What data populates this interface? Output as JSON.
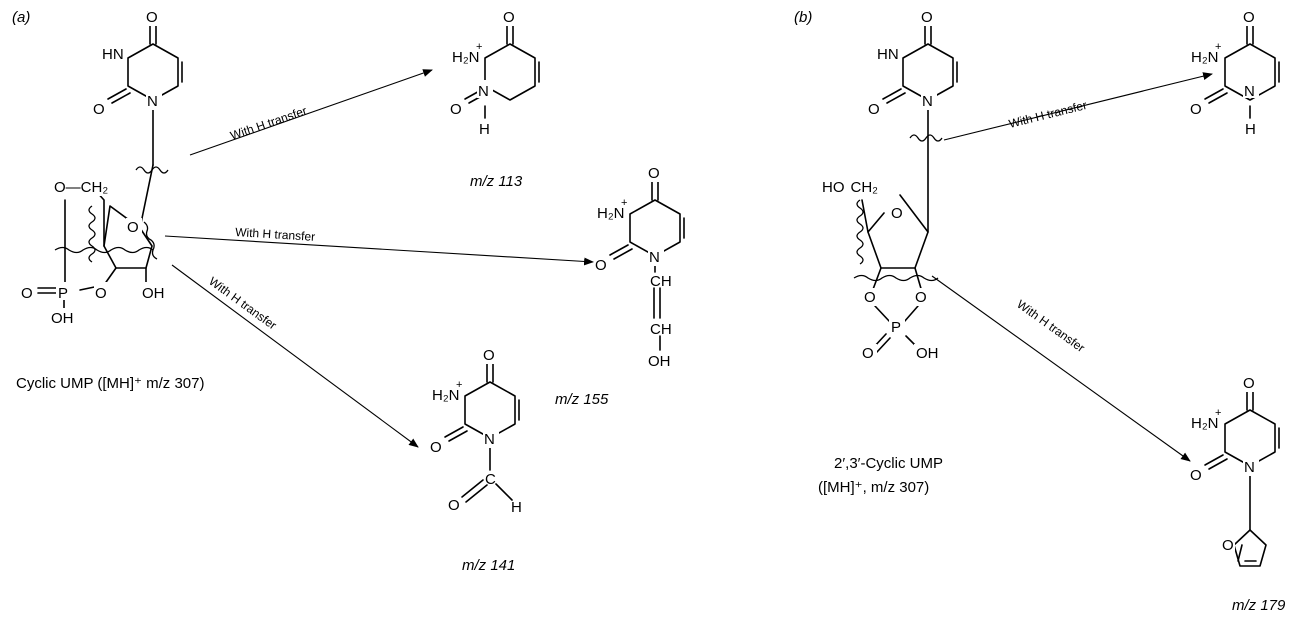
{
  "panel_a": {
    "label": "(a)",
    "parent_caption": "Cyclic UMP ([MH]⁺ m/z 307)",
    "fragments": [
      {
        "mz": "m/z 113",
        "arrow_label": "With H transfer"
      },
      {
        "mz": "m/z 155",
        "arrow_label": "With H transfer"
      },
      {
        "mz": "m/z 141",
        "arrow_label": "With H transfer"
      }
    ]
  },
  "panel_b": {
    "label": "(b)",
    "parent_caption_line1": "2′,3′-Cyclic UMP",
    "parent_caption_line2": "([MH]⁺, m/z 307)",
    "fragments": [
      {
        "mz": "m/z 179",
        "arrow_label": "With H transfer"
      },
      {
        "arrow_label": "With H transfer"
      }
    ]
  },
  "atoms": {
    "O": "O",
    "N": "N",
    "HN": "HN",
    "H": "H",
    "H2N": "H₂N",
    "OH": "OH",
    "HO": "HO",
    "P": "P",
    "CH": "CH",
    "CH2": "CH₂",
    "C": "C",
    "O_CH2": "O—CH₂",
    "plus": "+"
  }
}
